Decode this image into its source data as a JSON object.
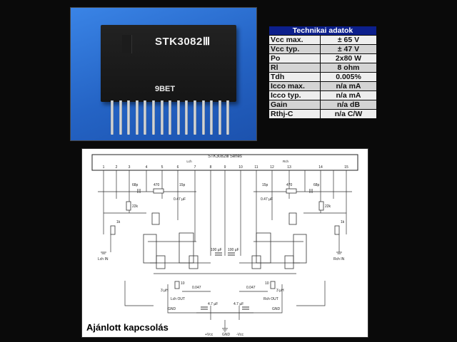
{
  "photo": {
    "part_marking": "STK3082Ⅲ",
    "code_marking": "9BET",
    "pin_count": 15
  },
  "specs": {
    "title": "Technikai adatok",
    "rows": [
      {
        "key": "Vcc max.",
        "value": "± 65 V"
      },
      {
        "key": "Vcc typ.",
        "value": "± 47 V"
      },
      {
        "key": "Po",
        "value": "2x80 W"
      },
      {
        "key": "Rl",
        "value": "8 ohm"
      },
      {
        "key": "Tdh",
        "value": "0.005%"
      },
      {
        "key": "Icco max.",
        "value": "n/a mA"
      },
      {
        "key": "Icco typ.",
        "value": "n/a mA"
      },
      {
        "key": "Gain",
        "value": "n/a dB"
      },
      {
        "key": "Rthj-C",
        "value": "n/a C/W"
      }
    ]
  },
  "schematic": {
    "series_label": "STK3082Ⅲ Series",
    "caption": "Ajánlott kapcsolás",
    "pin_numbers": [
      "1",
      "2",
      "3",
      "4",
      "5",
      "6",
      "7",
      "8",
      "9",
      "10",
      "11",
      "12",
      "13",
      "14",
      "15"
    ],
    "labels": {
      "lch": "Lch",
      "rch": "Rch",
      "vcc_plus": "+Vcc",
      "vcc_minus": "-Vcc",
      "gnd": "GND",
      "lch_in": "Lch IN",
      "rch_in": "Rch IN",
      "lch_out": "Lch OUT",
      "rch_out": "Rch OUT"
    },
    "components": {
      "c68p": "68p",
      "r470": "470",
      "c15p": "15p",
      "c047": "0.47 µF",
      "c100u": "100 µF",
      "c47u": "4.7 µF",
      "r10": "10",
      "c0047": "0.047",
      "r22k": "22k",
      "r1k": "1k",
      "l3uh": "3 µH"
    }
  }
}
